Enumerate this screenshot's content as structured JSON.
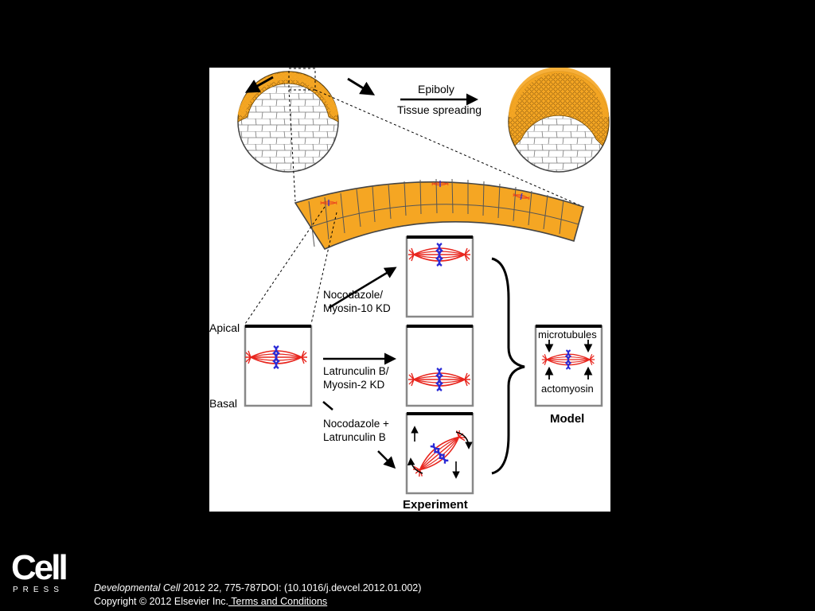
{
  "figure": {
    "labels": {
      "epiboly": "Epiboly",
      "tissue_spreading": "Tissue spreading",
      "apical": "Apical",
      "basal": "Basal",
      "nocodazole_myosin10": [
        "Nocodazole/",
        "Myosin-10 KD"
      ],
      "latrunculin_myosin2": [
        "Latrunculin B/",
        "Myosin-2 KD"
      ],
      "nocodazole_latrunculin": [
        "Nocodazole +",
        "Latrunculin B"
      ],
      "experiment": "Experiment",
      "microtubules": "microtubules",
      "actomyosin": "actomyosin",
      "model": "Model"
    },
    "colors": {
      "tissue": "#f5a623",
      "spindle": "#e8261e",
      "chromosome": "#2a2ad6",
      "outline": "#555555"
    }
  },
  "footer": {
    "logo_word": "Cell",
    "logo_sub": "PRESS",
    "journal": "Developmental Cell",
    "citation_rest": " 2012 22, 775-787DOI: (10.1016/j.devcel.2012.01.002)",
    "copyright": "Copyright © 2012 Elsevier Inc.",
    "terms_link": " Terms and Conditions"
  }
}
